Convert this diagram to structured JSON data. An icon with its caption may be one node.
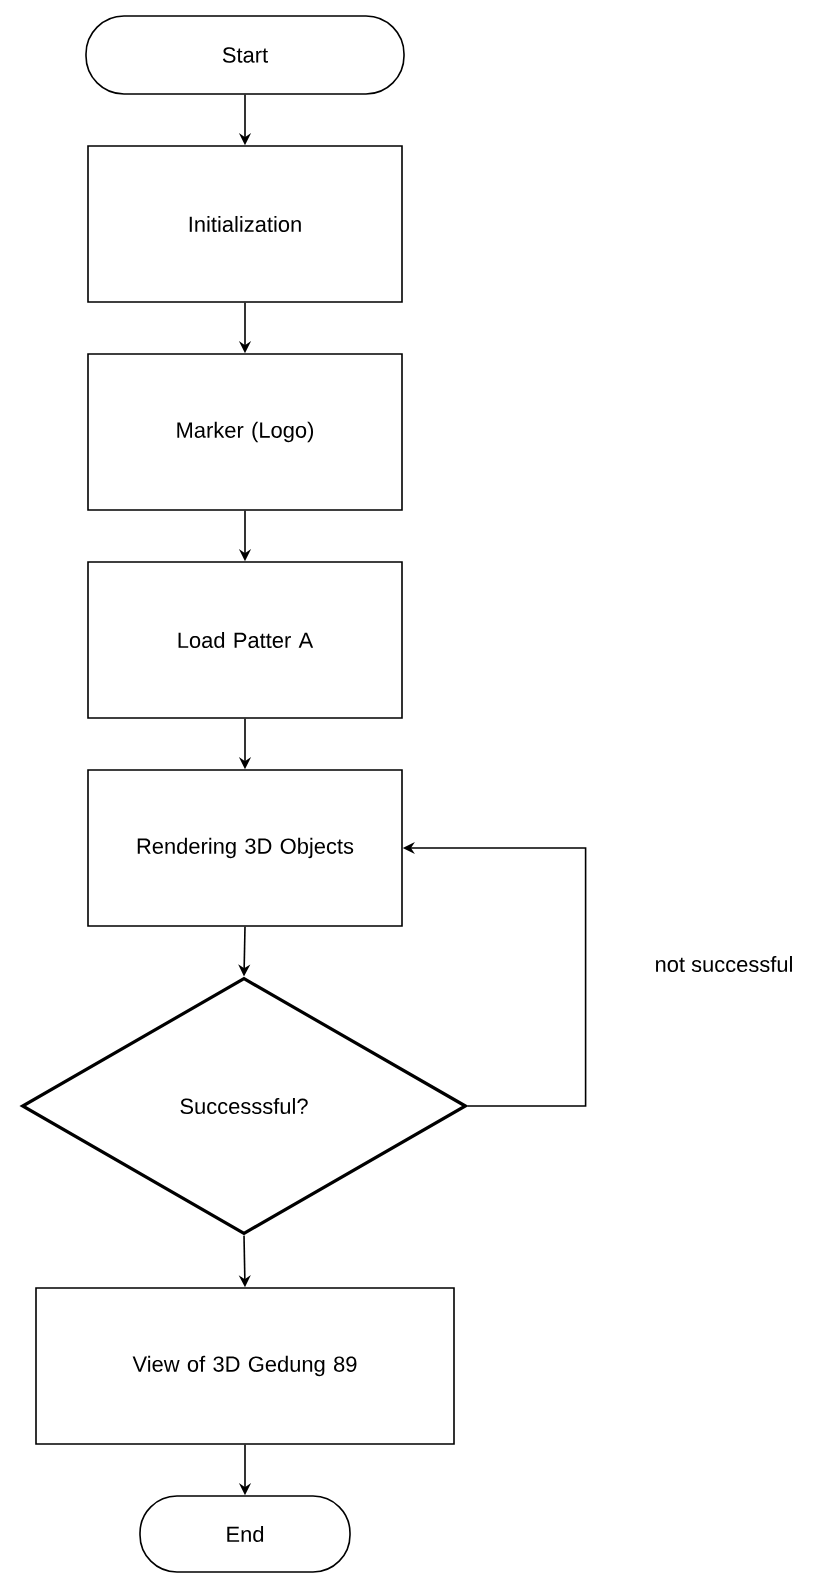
{
  "diagram": {
    "nodes": [
      {
        "text": [
          "Start"
        ]
      },
      {
        "text": [
          "Initialization"
        ]
      },
      {
        "text": [
          "Marker (Logo)"
        ]
      },
      {
        "text": [
          "Load Patter A"
        ]
      },
      {
        "text": [
          "Rendering 3D Objects"
        ]
      },
      {
        "text": [
          "Successsful?"
        ]
      },
      {
        "text": [
          "View of 3D Gedung 89"
        ]
      },
      {
        "text": [
          "End"
        ]
      }
    ],
    "edges": [
      {
        "from": 0,
        "to": 1,
        "arrow": "to"
      },
      {
        "from": 1,
        "to": 2,
        "arrow": "to"
      },
      {
        "from": 2,
        "to": 3,
        "arrow": "to"
      },
      {
        "from": 3,
        "to": 4,
        "arrow": "to"
      },
      {
        "from": 4,
        "to": 5,
        "arrow": "to"
      },
      {
        "from": 5,
        "to": 6,
        "arrow": "to"
      },
      {
        "from": 6,
        "to": 7,
        "arrow": "to"
      },
      {
        "from": 5,
        "to": 4,
        "arrow": "to",
        "label": "not successful"
      }
    ]
  }
}
